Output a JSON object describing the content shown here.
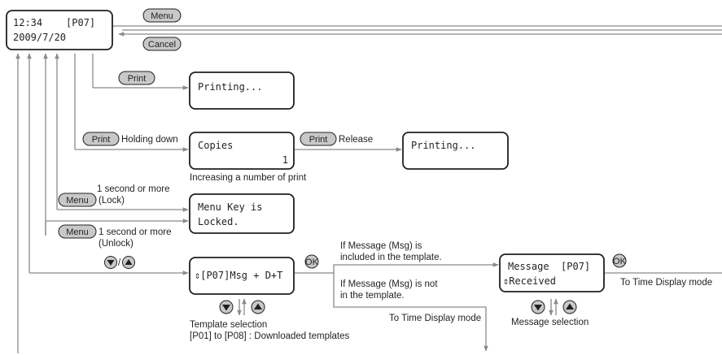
{
  "time_display": {
    "line1": "12:34    [P07]",
    "line2": "2009/7/20"
  },
  "buttons": {
    "menu": "Menu",
    "cancel": "Cancel",
    "print": "Print",
    "ok": "OK"
  },
  "printing_screen_1": {
    "line1": "Printing..."
  },
  "copies_screen": {
    "line1": "Copies",
    "line2": "1"
  },
  "printing_screen_2": {
    "line1": "Printing..."
  },
  "locked_screen": {
    "line1": "Menu Key is",
    "line2": "Locked."
  },
  "template_screen": {
    "line1": "⇕[P07]Msg + D+T"
  },
  "message_screen": {
    "line1": "Message  [P07]",
    "line2": "⇕Received"
  },
  "labels": {
    "holding_down": "Holding down",
    "release": "Release",
    "increasing": "Increasing a number of print",
    "lock_1": "1 second or more",
    "lock_2": "(Lock)",
    "unlock_1": "1 second or more",
    "unlock_2": "(Unlock)",
    "slash": "/",
    "msg_included_1": "If Message (Msg) is",
    "msg_included_2": "included in the template.",
    "msg_not_1": "If Message (Msg) is not",
    "msg_not_2": "in the template.",
    "to_time_display_1": "To Time Display mode",
    "to_time_display_2": "To Time Display mode",
    "template_selection": "Template selection",
    "templates_range": "[P01] to [P08] : Downloaded templates",
    "message_selection": "Message selection"
  },
  "icons": {
    "down": "triangle-down-icon",
    "up": "triangle-up-icon",
    "arrow": "arrowhead-icon"
  },
  "colors": {
    "line": "#8a8a8a",
    "button_fill": "#c8c8c8",
    "text": "#231f20"
  }
}
